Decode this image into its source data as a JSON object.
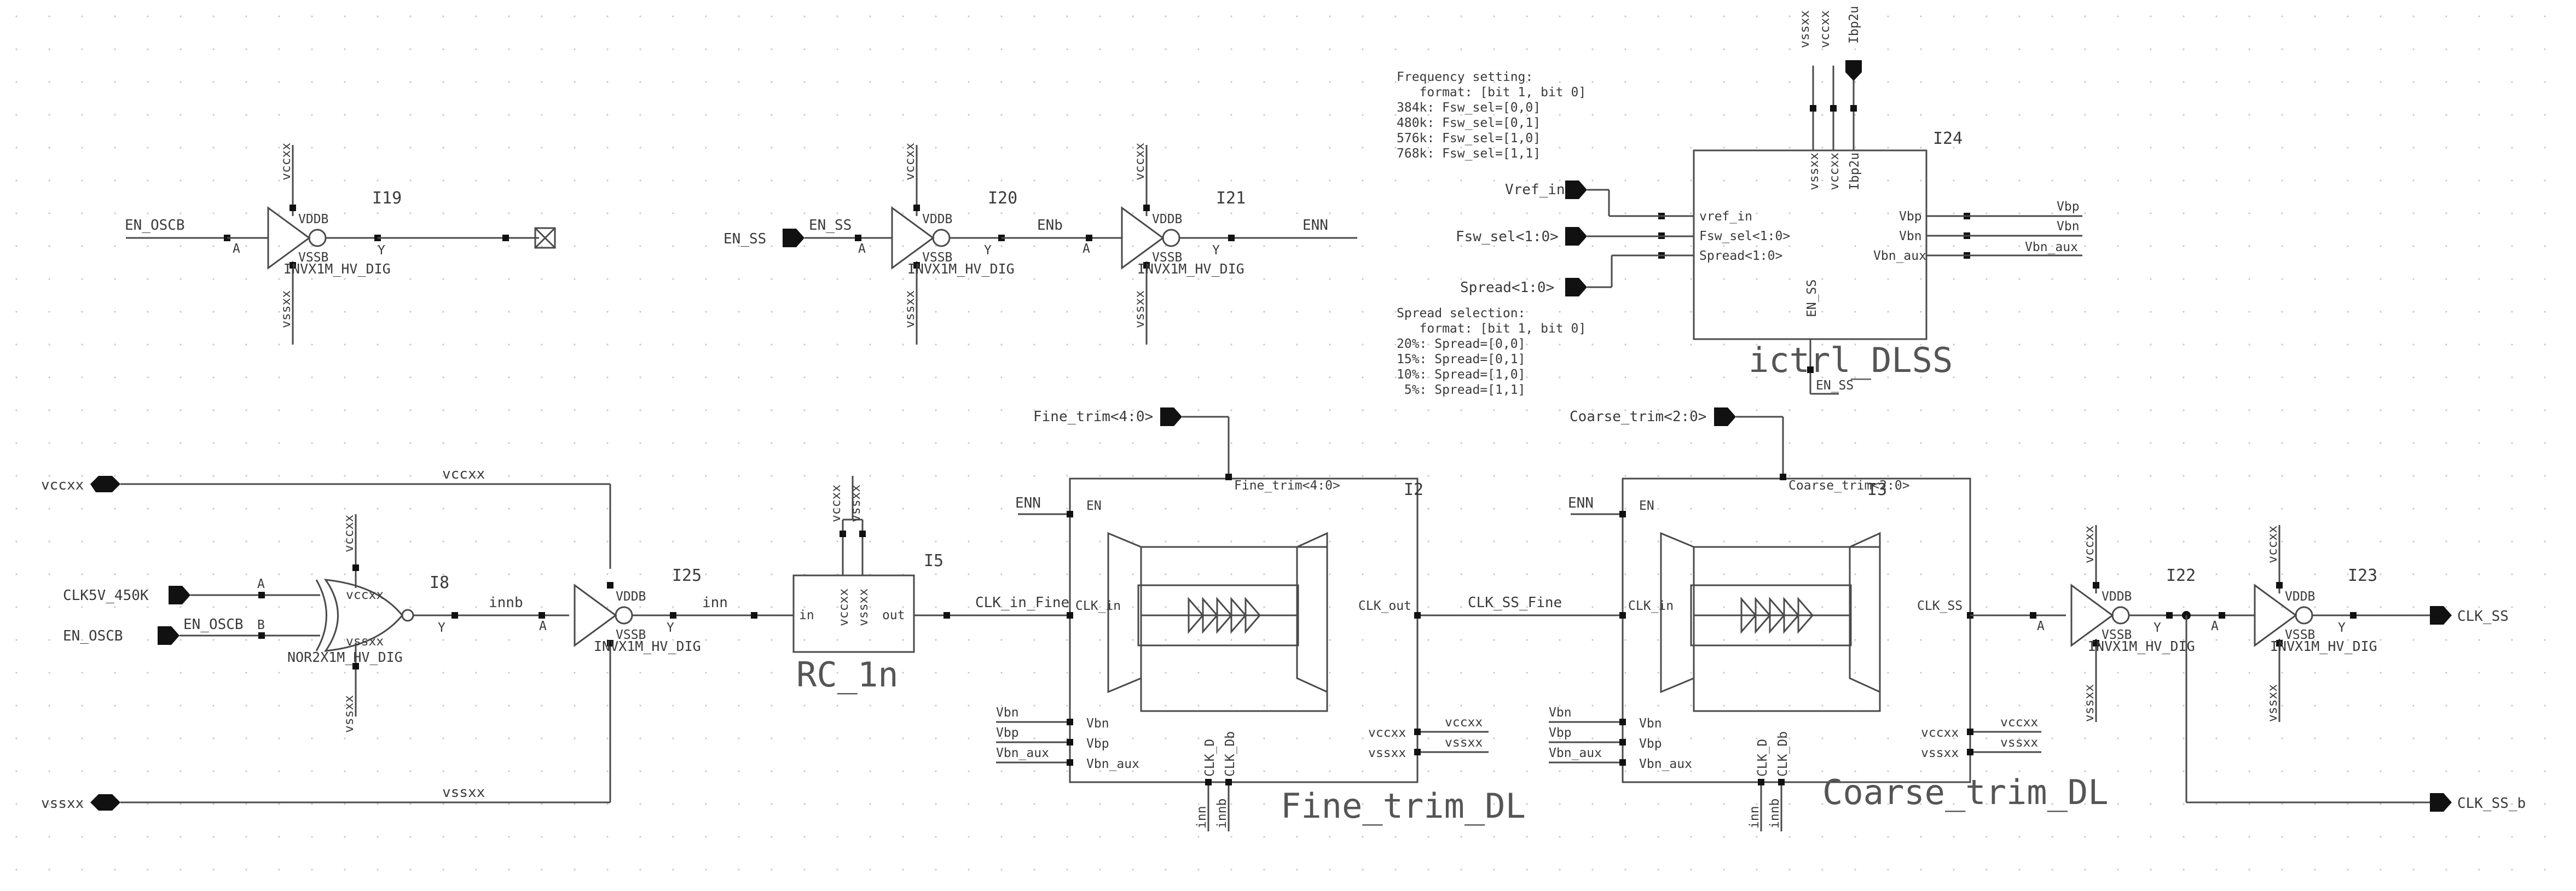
{
  "ports": {
    "en_oscb_top": "EN_OSCB",
    "en_ss_in": "EN_SS",
    "vccxx": "vccxx",
    "vssxx": "vssxx",
    "clk5v": "CLK5V_450K",
    "en_oscb": "EN_OSCB",
    "vref_in": "Vref_in",
    "fsw_sel": "Fsw_sel<1:0>",
    "spread": "Spread<1:0>",
    "ibp2u": "Ibp2u",
    "fine_trim": "Fine_trim<4:0>",
    "coarse_trim": "Coarse_trim<2:0>",
    "clk_ss": "CLK_SS",
    "clk_ss_b": "CLK_SS_b"
  },
  "nets": {
    "en_oscb": "EN_OSCB",
    "en_ss": "EN_SS",
    "enb": "ENb",
    "enn": "ENN",
    "vccxx": "vccxx",
    "vssxx": "vssxx",
    "innb": "innb",
    "inn": "inn",
    "clk_in_fine": "CLK_in_Fine",
    "clk_ss_fine": "CLK_SS_Fine",
    "enn_fine": "ENN",
    "enn_coarse": "ENN",
    "vbp": "Vbp",
    "vbn": "Vbn",
    "vbn_aux": "Vbn_aux",
    "vbn_f": "Vbn",
    "vbp_f": "Vbp",
    "vbn_aux_f": "Vbn_aux",
    "vbn_c": "Vbn",
    "vbp_c": "Vbp",
    "vbn_aux_c": "Vbn_aux",
    "vccxx_f": "vccxx",
    "vssxx_f": "vssxx",
    "vccxx_c": "vccxx",
    "vssxx_c": "vssxx",
    "en_ss_ictrl": "EN_SS"
  },
  "pins": {
    "a": "A",
    "b": "B",
    "y": "Y",
    "vddb": "VDDB",
    "vssb": "VSSB",
    "vccxx": "vccxx",
    "vssxx": "vssxx",
    "in": "in",
    "out": "out",
    "en": "EN",
    "clk_in": "CLK_in",
    "clk_out": "CLK_out",
    "clk_ss": "CLK_SS",
    "vbn": "Vbn",
    "vbp": "Vbp",
    "vbn_aux": "Vbn_aux",
    "clk_d": "CLK_D",
    "clk_db": "CLK_Db",
    "inn": "inn",
    "innb": "innb",
    "fine_trim": "Fine_trim<4:0>",
    "coarse_trim": "Coarse_trim<2:0>",
    "vref_in": "vref_in",
    "fsw_sel": "Fsw_sel<1:0>",
    "spread": "Spread<1:0>",
    "ibp2u": "Ibp2u",
    "en_ss": "EN_SS"
  },
  "instances": {
    "i19": "I19",
    "i20": "I20",
    "i21": "I21",
    "i8": "I8",
    "i25": "I25",
    "i5": "I5",
    "i2": "I2",
    "i3": "I3",
    "i22": "I22",
    "i23": "I23",
    "i24": "I24"
  },
  "cells": {
    "inv": "INVX1M_HV_DIG",
    "nor": "NOR2X1M_HV_DIG",
    "rc": "RC_1n",
    "fine": "Fine_trim_DL",
    "coarse": "Coarse_trim_DL",
    "ictrl": "ictrl_DLSS"
  },
  "notes": {
    "freq": [
      "Frequency setting:",
      "   format: [bit 1, bit 0]",
      "384k: Fsw_sel=[0,0]",
      "480k: Fsw_sel=[0,1]",
      "576k: Fsw_sel=[1,0]",
      "768k: Fsw_sel=[1,1]"
    ],
    "spread": [
      "Spread selection:",
      "   format: [bit 1, bit 0]",
      "20%: Spread=[0,0]",
      "15%: Spread=[0,1]",
      "10%: Spread=[1,0]",
      " 5%: Spread=[1,1]"
    ]
  },
  "colors": {
    "wire": "#4a4a4a",
    "pin": "#111111",
    "text": "#3a3a3a",
    "grid": "#c8c8c8"
  }
}
